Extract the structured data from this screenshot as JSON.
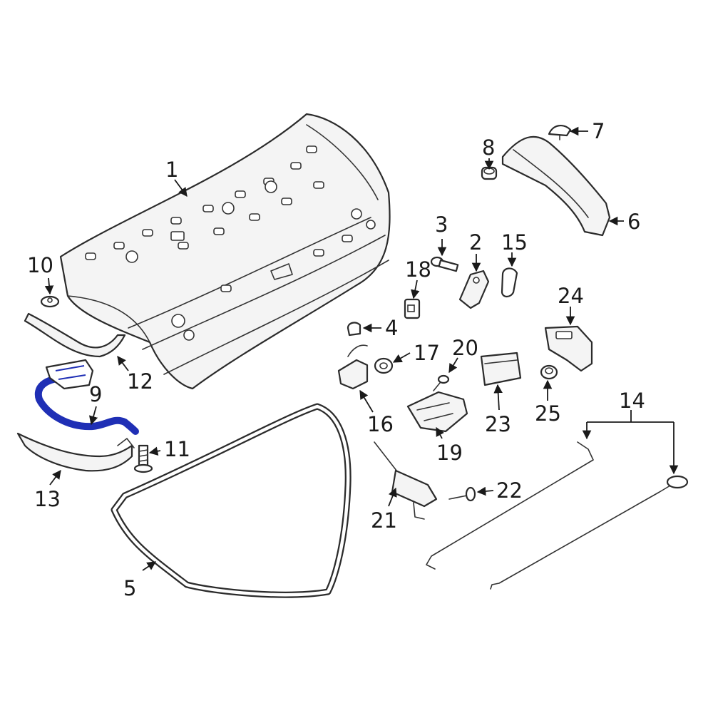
{
  "diagram": {
    "highlight_color": "#1f2fb5",
    "line_color": "#2b2b2b",
    "labels": {
      "p1": "1",
      "p2": "2",
      "p3": "3",
      "p4": "4",
      "p5": "5",
      "p6": "6",
      "p7": "7",
      "p8": "8",
      "p9": "9",
      "p10": "10",
      "p11": "11",
      "p12": "12",
      "p13": "13",
      "p14": "14",
      "p15": "15",
      "p16": "16",
      "p17": "17",
      "p18": "18",
      "p19": "19",
      "p20": "20",
      "p21": "21",
      "p22": "22",
      "p23": "23",
      "p24": "24",
      "p25": "25"
    }
  }
}
